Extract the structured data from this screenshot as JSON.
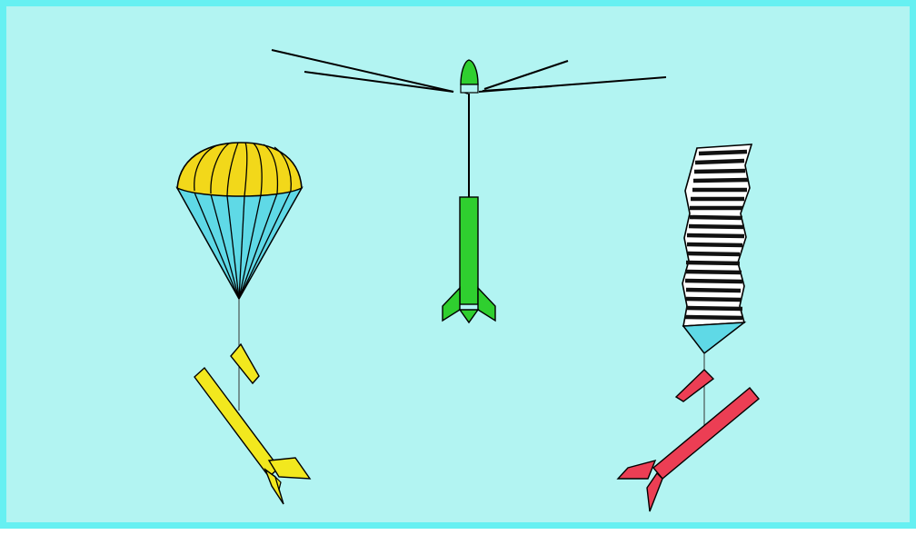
{
  "scene": {
    "colors": {
      "border": "#66f0f2",
      "background": "#b2f4f2",
      "parachute_canopy_top": "#f2d81a",
      "parachute_canopy_bottom": "#5fd9e6",
      "yellow_rocket": "#f2e81e",
      "green_rocket": "#2fcf2f",
      "red_rocket": "#ec3e54",
      "streamer_tip": "#5fd9e6",
      "line": "#000000"
    },
    "figures": [
      {
        "name": "parachute-recovery",
        "icon": "parachute-icon"
      },
      {
        "name": "helicopter-blade-recovery",
        "icon": "helicopter-rotor-icon"
      },
      {
        "name": "streamer-recovery",
        "icon": "streamer-icon"
      }
    ]
  }
}
